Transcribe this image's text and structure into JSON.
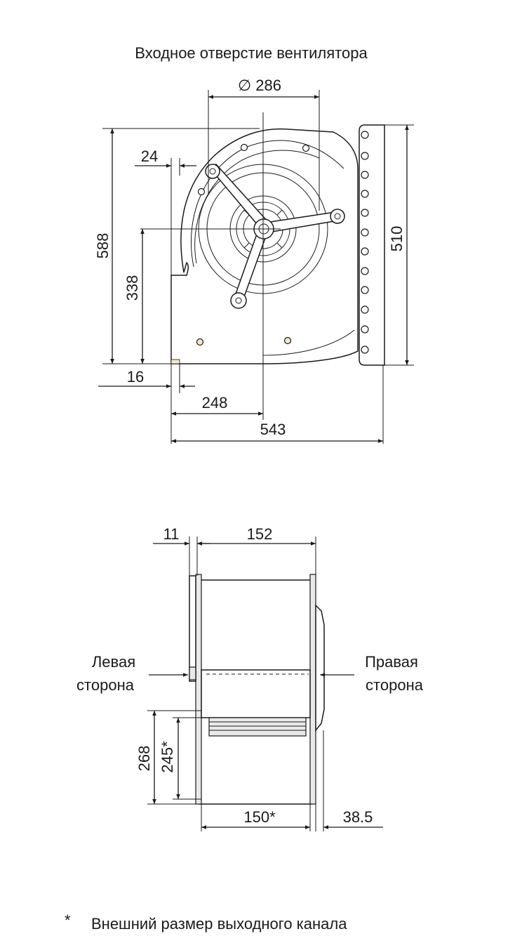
{
  "top_view": {
    "title": "Входное отверстие вентилятора",
    "dim_diameter": "∅ 286",
    "dim_24": "24",
    "dim_588": "588",
    "dim_338": "338",
    "dim_510": "510",
    "dim_16": "16",
    "dim_248": "248",
    "dim_543": "543"
  },
  "side_view": {
    "dim_11": "11",
    "dim_152": "152",
    "left_label_line1": "Левая",
    "left_label_line2": "сторона",
    "right_label_line1": "Правая",
    "right_label_line2": "сторона",
    "dim_268": "268",
    "dim_245": "245*",
    "dim_150": "150*",
    "dim_38_5": "38.5"
  },
  "footnote": {
    "mark": "*",
    "text": "Внешний размер выходного канала"
  }
}
